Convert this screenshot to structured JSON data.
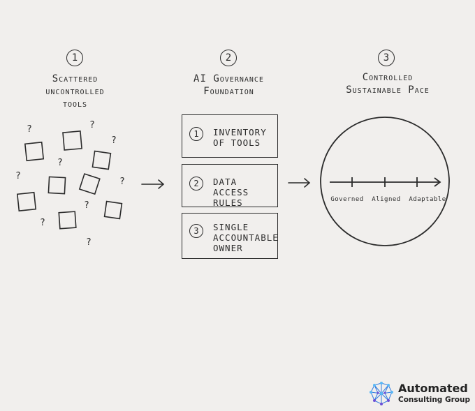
{
  "steps": [
    {
      "number": "1",
      "title": "Scattered\nuncontrolled\ntools"
    },
    {
      "number": "2",
      "title": "AI Governance\nFoundation"
    },
    {
      "number": "3",
      "title": "Controlled\nSustainable Pace"
    }
  ],
  "scatter": {
    "mark": "?"
  },
  "foundation_items": [
    {
      "number": "1",
      "text": "INVENTORY\nOF TOOLS"
    },
    {
      "number": "2",
      "text": "DATA ACCESS\nRULES"
    },
    {
      "number": "3",
      "text": "SINGLE\nACCOUNTABLE\nOWNER"
    }
  ],
  "pace_axis": {
    "ticks": [
      "Governed",
      "Aligned",
      "Adaptable"
    ]
  },
  "logo": {
    "name": "Automated",
    "tagline": "Consulting Group",
    "colors": [
      "#2f7be0",
      "#5bb8f5",
      "#6c4fd6"
    ]
  }
}
